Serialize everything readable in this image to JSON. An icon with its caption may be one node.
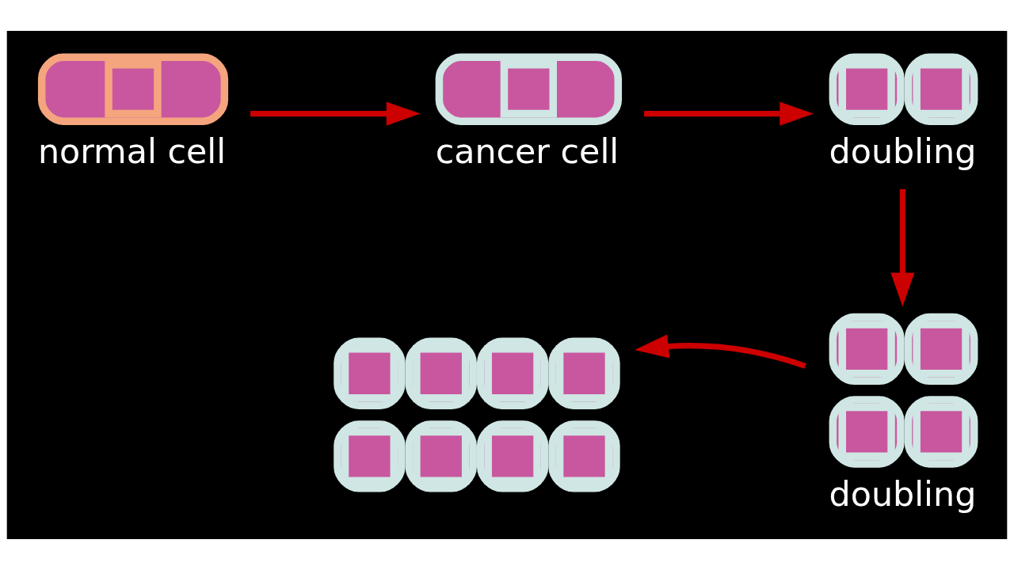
{
  "diagram": {
    "nodes": [
      {
        "text": [
          "normal cell"
        ]
      },
      {
        "text": [
          "cancer cell"
        ]
      },
      {
        "text": [
          "doubling"
        ]
      },
      {
        "text": [
          "doubling"
        ]
      },
      {
        "text": [],
        "shape": "picture"
      }
    ],
    "edges": [
      {
        "from": 0,
        "to": 1,
        "arrow": "to"
      },
      {
        "from": 1,
        "to": 2,
        "arrow": "to"
      },
      {
        "from": 2,
        "to": 3,
        "arrow": "to"
      },
      {
        "from": 3,
        "to": 4,
        "arrow": "to"
      }
    ]
  }
}
